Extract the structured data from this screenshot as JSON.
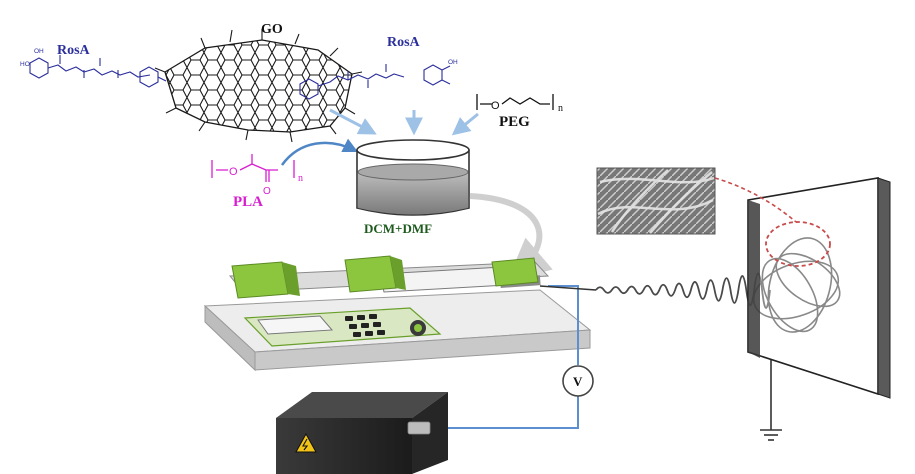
{
  "labels": {
    "rosa_left": "RosA",
    "go": "GO",
    "rosa_right": "RosA",
    "peg": "PEG",
    "peg_repeat": "n",
    "pla": "PLA",
    "pla_repeat": "n",
    "solvent": "DCM+DMF",
    "voltmeter": "V"
  },
  "colors": {
    "rosa": "#2b2f9c",
    "pla": "#d81fd0",
    "solvent_text": "#1d5a1d",
    "pump_green": "#8cc63f",
    "arrows": "#9ec1e6",
    "wire": "#5b8fd0",
    "fiber_loop": "#c94a4a"
  },
  "icons": {
    "go_sheet": "graphene-oxide-lattice-icon",
    "rosa_molecule": "molecule-structure-icon",
    "beaker": "beaker-icon",
    "pump": "syringe-pump-icon",
    "power_supply": "high-voltage-supply-icon",
    "warning": "high-voltage-warning-icon",
    "collector": "collector-plate-icon",
    "ground": "ground-symbol-icon",
    "sem": "fiber-micrograph-icon"
  }
}
